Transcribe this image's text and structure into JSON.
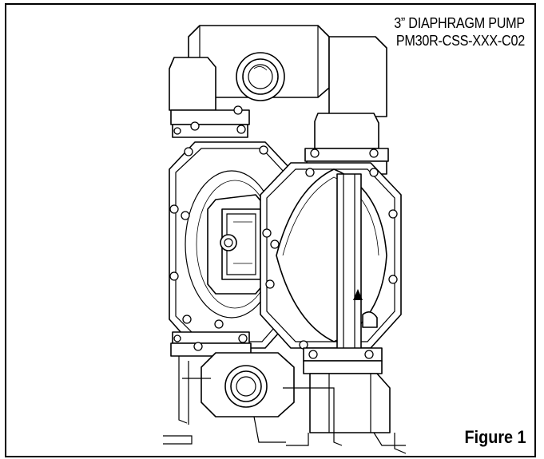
{
  "figure": {
    "title_line1": "3” DIAPHRAGM PUMP",
    "title_line2": "PM30R-CSS-XXX-C02",
    "label": "Figure 1"
  }
}
